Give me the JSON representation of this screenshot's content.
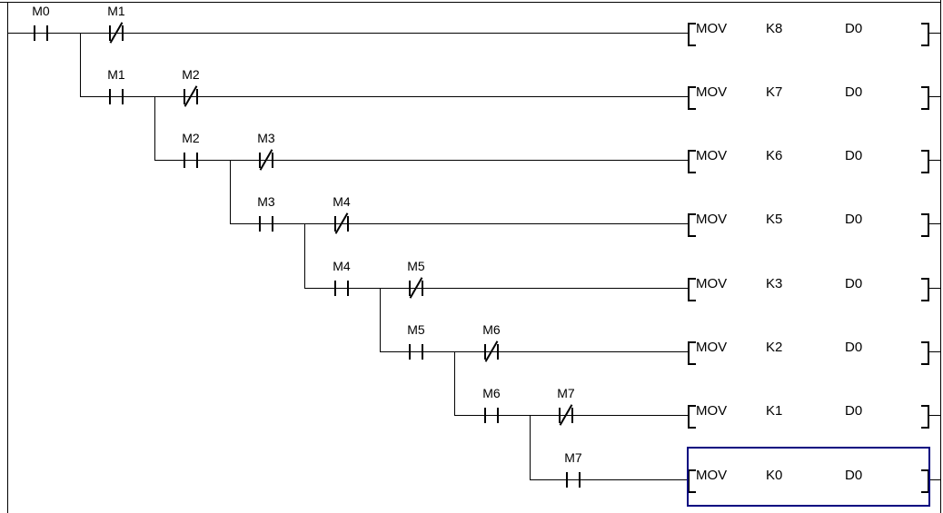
{
  "editor": {
    "type": "plc-ladder-logic",
    "colors": {
      "wire": "#000000",
      "text": "#000000",
      "selection_border": "#000080",
      "background": "#ffffff"
    }
  },
  "rungs": [
    {
      "id": 1,
      "contacts": [
        {
          "label": "M0",
          "type": "NO"
        },
        {
          "label": "M1",
          "type": "NC"
        }
      ],
      "instruction": {
        "op": "MOV",
        "operand1": "K8",
        "operand2": "D0"
      },
      "selected": false
    },
    {
      "id": 2,
      "contacts": [
        {
          "label": "M1",
          "type": "NO"
        },
        {
          "label": "M2",
          "type": "NC"
        }
      ],
      "instruction": {
        "op": "MOV",
        "operand1": "K7",
        "operand2": "D0"
      },
      "selected": false
    },
    {
      "id": 3,
      "contacts": [
        {
          "label": "M2",
          "type": "NO"
        },
        {
          "label": "M3",
          "type": "NC"
        }
      ],
      "instruction": {
        "op": "MOV",
        "operand1": "K6",
        "operand2": "D0"
      },
      "selected": false
    },
    {
      "id": 4,
      "contacts": [
        {
          "label": "M3",
          "type": "NO"
        },
        {
          "label": "M4",
          "type": "NC"
        }
      ],
      "instruction": {
        "op": "MOV",
        "operand1": "K5",
        "operand2": "D0"
      },
      "selected": false
    },
    {
      "id": 5,
      "contacts": [
        {
          "label": "M4",
          "type": "NO"
        },
        {
          "label": "M5",
          "type": "NC"
        }
      ],
      "instruction": {
        "op": "MOV",
        "operand1": "K3",
        "operand2": "D0"
      },
      "selected": false
    },
    {
      "id": 6,
      "contacts": [
        {
          "label": "M5",
          "type": "NO"
        },
        {
          "label": "M6",
          "type": "NC"
        }
      ],
      "instruction": {
        "op": "MOV",
        "operand1": "K2",
        "operand2": "D0"
      },
      "selected": false
    },
    {
      "id": 7,
      "contacts": [
        {
          "label": "M6",
          "type": "NO"
        },
        {
          "label": "M7",
          "type": "NC"
        }
      ],
      "instruction": {
        "op": "MOV",
        "operand1": "K1",
        "operand2": "D0"
      },
      "selected": false
    },
    {
      "id": 8,
      "contacts": [
        {
          "label": "M7",
          "type": "NO"
        }
      ],
      "instruction": {
        "op": "MOV",
        "operand1": "K0",
        "operand2": "D0"
      },
      "selected": true
    }
  ]
}
